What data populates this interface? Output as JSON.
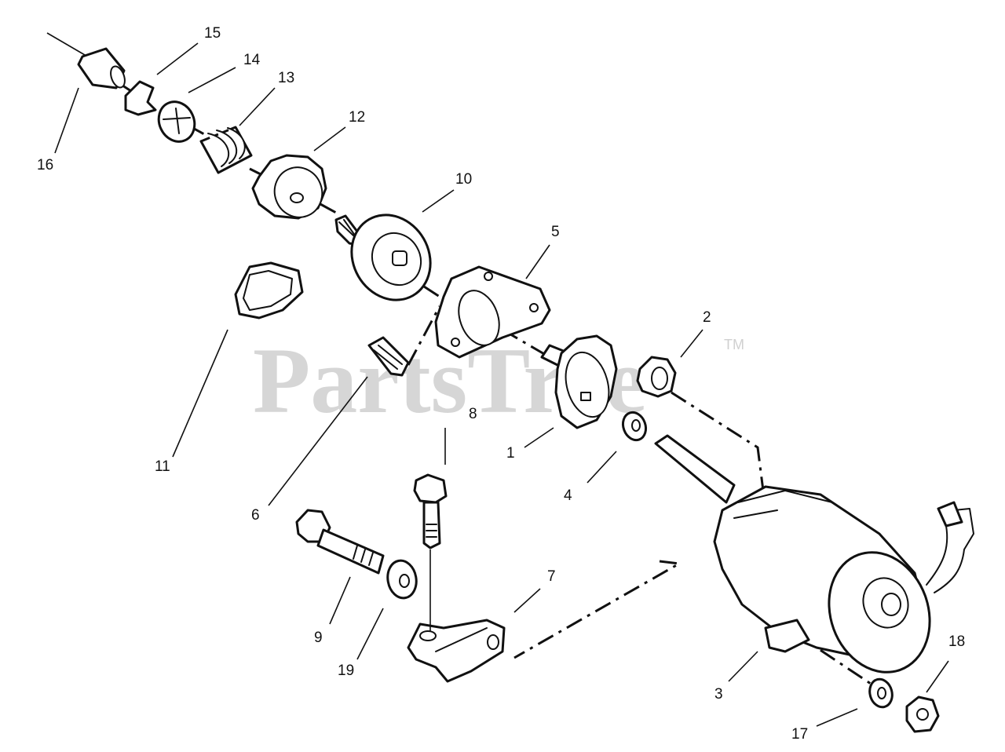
{
  "watermark": {
    "text": "PartsTree",
    "trademark": "TM"
  },
  "callouts": [
    {
      "id": "c1",
      "text": "1"
    },
    {
      "id": "c2",
      "text": "2"
    },
    {
      "id": "c3",
      "text": "3"
    },
    {
      "id": "c4",
      "text": "4"
    },
    {
      "id": "c5",
      "text": "5"
    },
    {
      "id": "c6",
      "text": "6"
    },
    {
      "id": "c7",
      "text": "7"
    },
    {
      "id": "c8",
      "text": "8"
    },
    {
      "id": "c9",
      "text": "9"
    },
    {
      "id": "c10",
      "text": "10"
    },
    {
      "id": "c11",
      "text": "11"
    },
    {
      "id": "c12",
      "text": "12"
    },
    {
      "id": "c13",
      "text": "13"
    },
    {
      "id": "c14",
      "text": "14"
    },
    {
      "id": "c15",
      "text": "15"
    },
    {
      "id": "c16",
      "text": "16"
    },
    {
      "id": "c17",
      "text": "17"
    },
    {
      "id": "c18",
      "text": "18"
    },
    {
      "id": "c19",
      "text": "19"
    }
  ]
}
